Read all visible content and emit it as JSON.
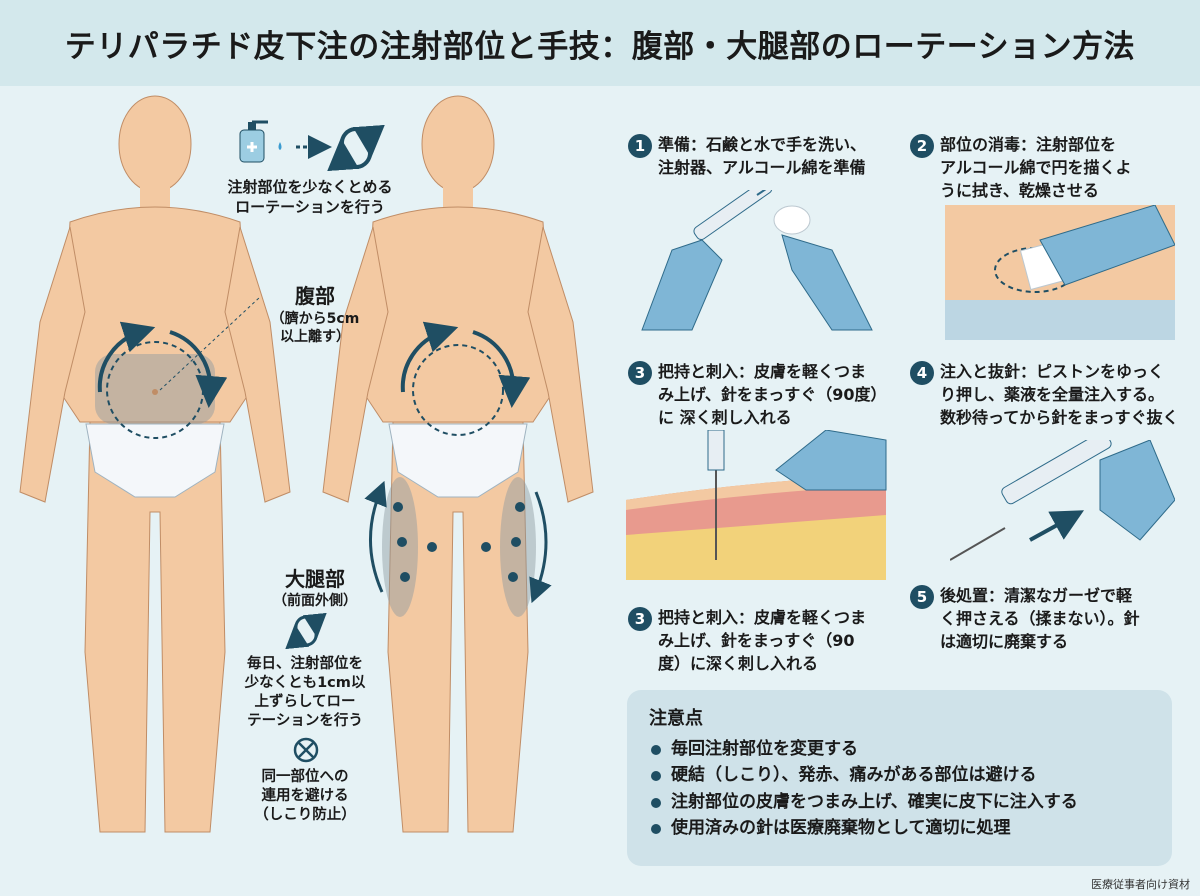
{
  "title": "テリパラチド皮下注の注射部位と手技：腹部・大腿部のローテーション方法",
  "labels": {
    "rotation_top": "注射部位を少なくとめる\nローテーションを行う",
    "abdomen": "腹部",
    "abdomen_note": "（臍から5cm\n以上離す）",
    "thigh": "大腿部",
    "thigh_note": "（前面外側）",
    "daily_rotation": "毎日、注射部位を\n少なくとも1cm以\n上ずらしてロー\nテーションを行う",
    "avoid_same": "同一部位への\n連用を避ける\n（しこり防止）"
  },
  "steps": [
    {
      "num": "1",
      "text": "準備：石鹸と水で手を洗い、\n注射器、アルコール綿を準備"
    },
    {
      "num": "2",
      "text": "部位の消毒：注射部位を\nアルコール綿で円を描くよ\nうに拭き、乾燥させる"
    },
    {
      "num": "3",
      "text": "把持と刺入：皮膚を軽くつま\nみ上げ、針をまっすぐ（90度）\nに 深く刺し入れる"
    },
    {
      "num": "4",
      "text": "注入と抜針：ピストンをゆっく\nり押し、薬液を全量注入する。\n数秒待ってから針をまっすぐ抜く"
    },
    {
      "num": "3",
      "text": "把持と刺入：皮膚を軽くつま\nみ上げ、針をまっすぐ（90\n度）に深く刺し入れる"
    },
    {
      "num": "5",
      "text": "後処置：清潔なガーゼで軽\nく押さえる（揉まない）。針\nは適切に廃棄する"
    }
  ],
  "notes": {
    "heading": "注意点",
    "items": [
      "毎回注射部位を変更する",
      "硬結（しこり）、発赤、痛みがある部位は避ける",
      "注射部位の皮膚をつまみ上げ、確実に皮下に注入する",
      "使用済みの針は医療廃棄物として適切に処理"
    ]
  },
  "footer": "医療従事者向け資材",
  "colors": {
    "skin": "#f3c9a2",
    "skin_shade": "#e0aa82",
    "accent": "#1f4e63",
    "glove": "#7fb6d6",
    "background": "#e6f2f5"
  }
}
